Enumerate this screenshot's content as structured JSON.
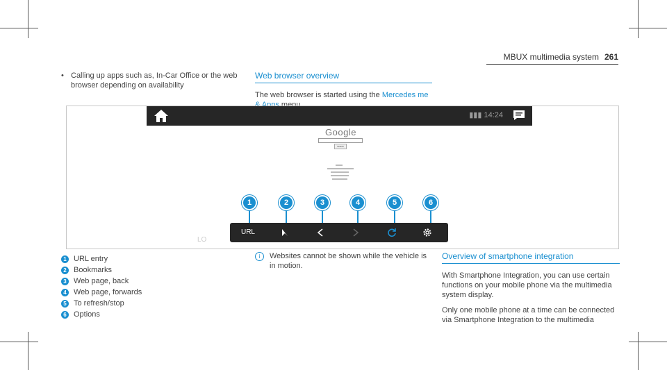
{
  "header": {
    "title": "MBUX multimedia system",
    "page_number": "261"
  },
  "left_column": {
    "bullet": "Calling up apps such as, In-Car Office or the web browser depending on availability"
  },
  "section1": {
    "title": "Web browser overview",
    "text_before": "The web browser is started using the ",
    "link": "Mercedes me & Apps",
    "text_after": " menu."
  },
  "screen": {
    "time": "14:24",
    "google": "Google",
    "search_button": "Search",
    "bottom_url": "URL",
    "footer_mark": "LO"
  },
  "callouts": [
    "1",
    "2",
    "3",
    "4",
    "5",
    "6"
  ],
  "legend": [
    {
      "num": "1",
      "label": "URL entry"
    },
    {
      "num": "2",
      "label": "Bookmarks"
    },
    {
      "num": "3",
      "label": "Web page, back"
    },
    {
      "num": "4",
      "label": "Web page, forwards"
    },
    {
      "num": "5",
      "label": "To refresh/stop"
    },
    {
      "num": "6",
      "label": "Options"
    }
  ],
  "note": "Websites cannot be shown while the vehicle is in motion.",
  "section2": {
    "title": "Overview of smartphone integration",
    "p1": "With Smartphone Integration, you can use certain functions on your mobile phone via the multimedia system display.",
    "p2": "Only one mobile phone at a time can be connected via Smartphone Integration to the multimedia"
  },
  "colors": {
    "accent": "#1a8fd0",
    "bar": "#262626"
  },
  "icons": [
    "home-icon",
    "message-icon",
    "bookmark-icon",
    "back-icon",
    "forward-icon",
    "refresh-icon",
    "gear-icon",
    "info-icon"
  ]
}
